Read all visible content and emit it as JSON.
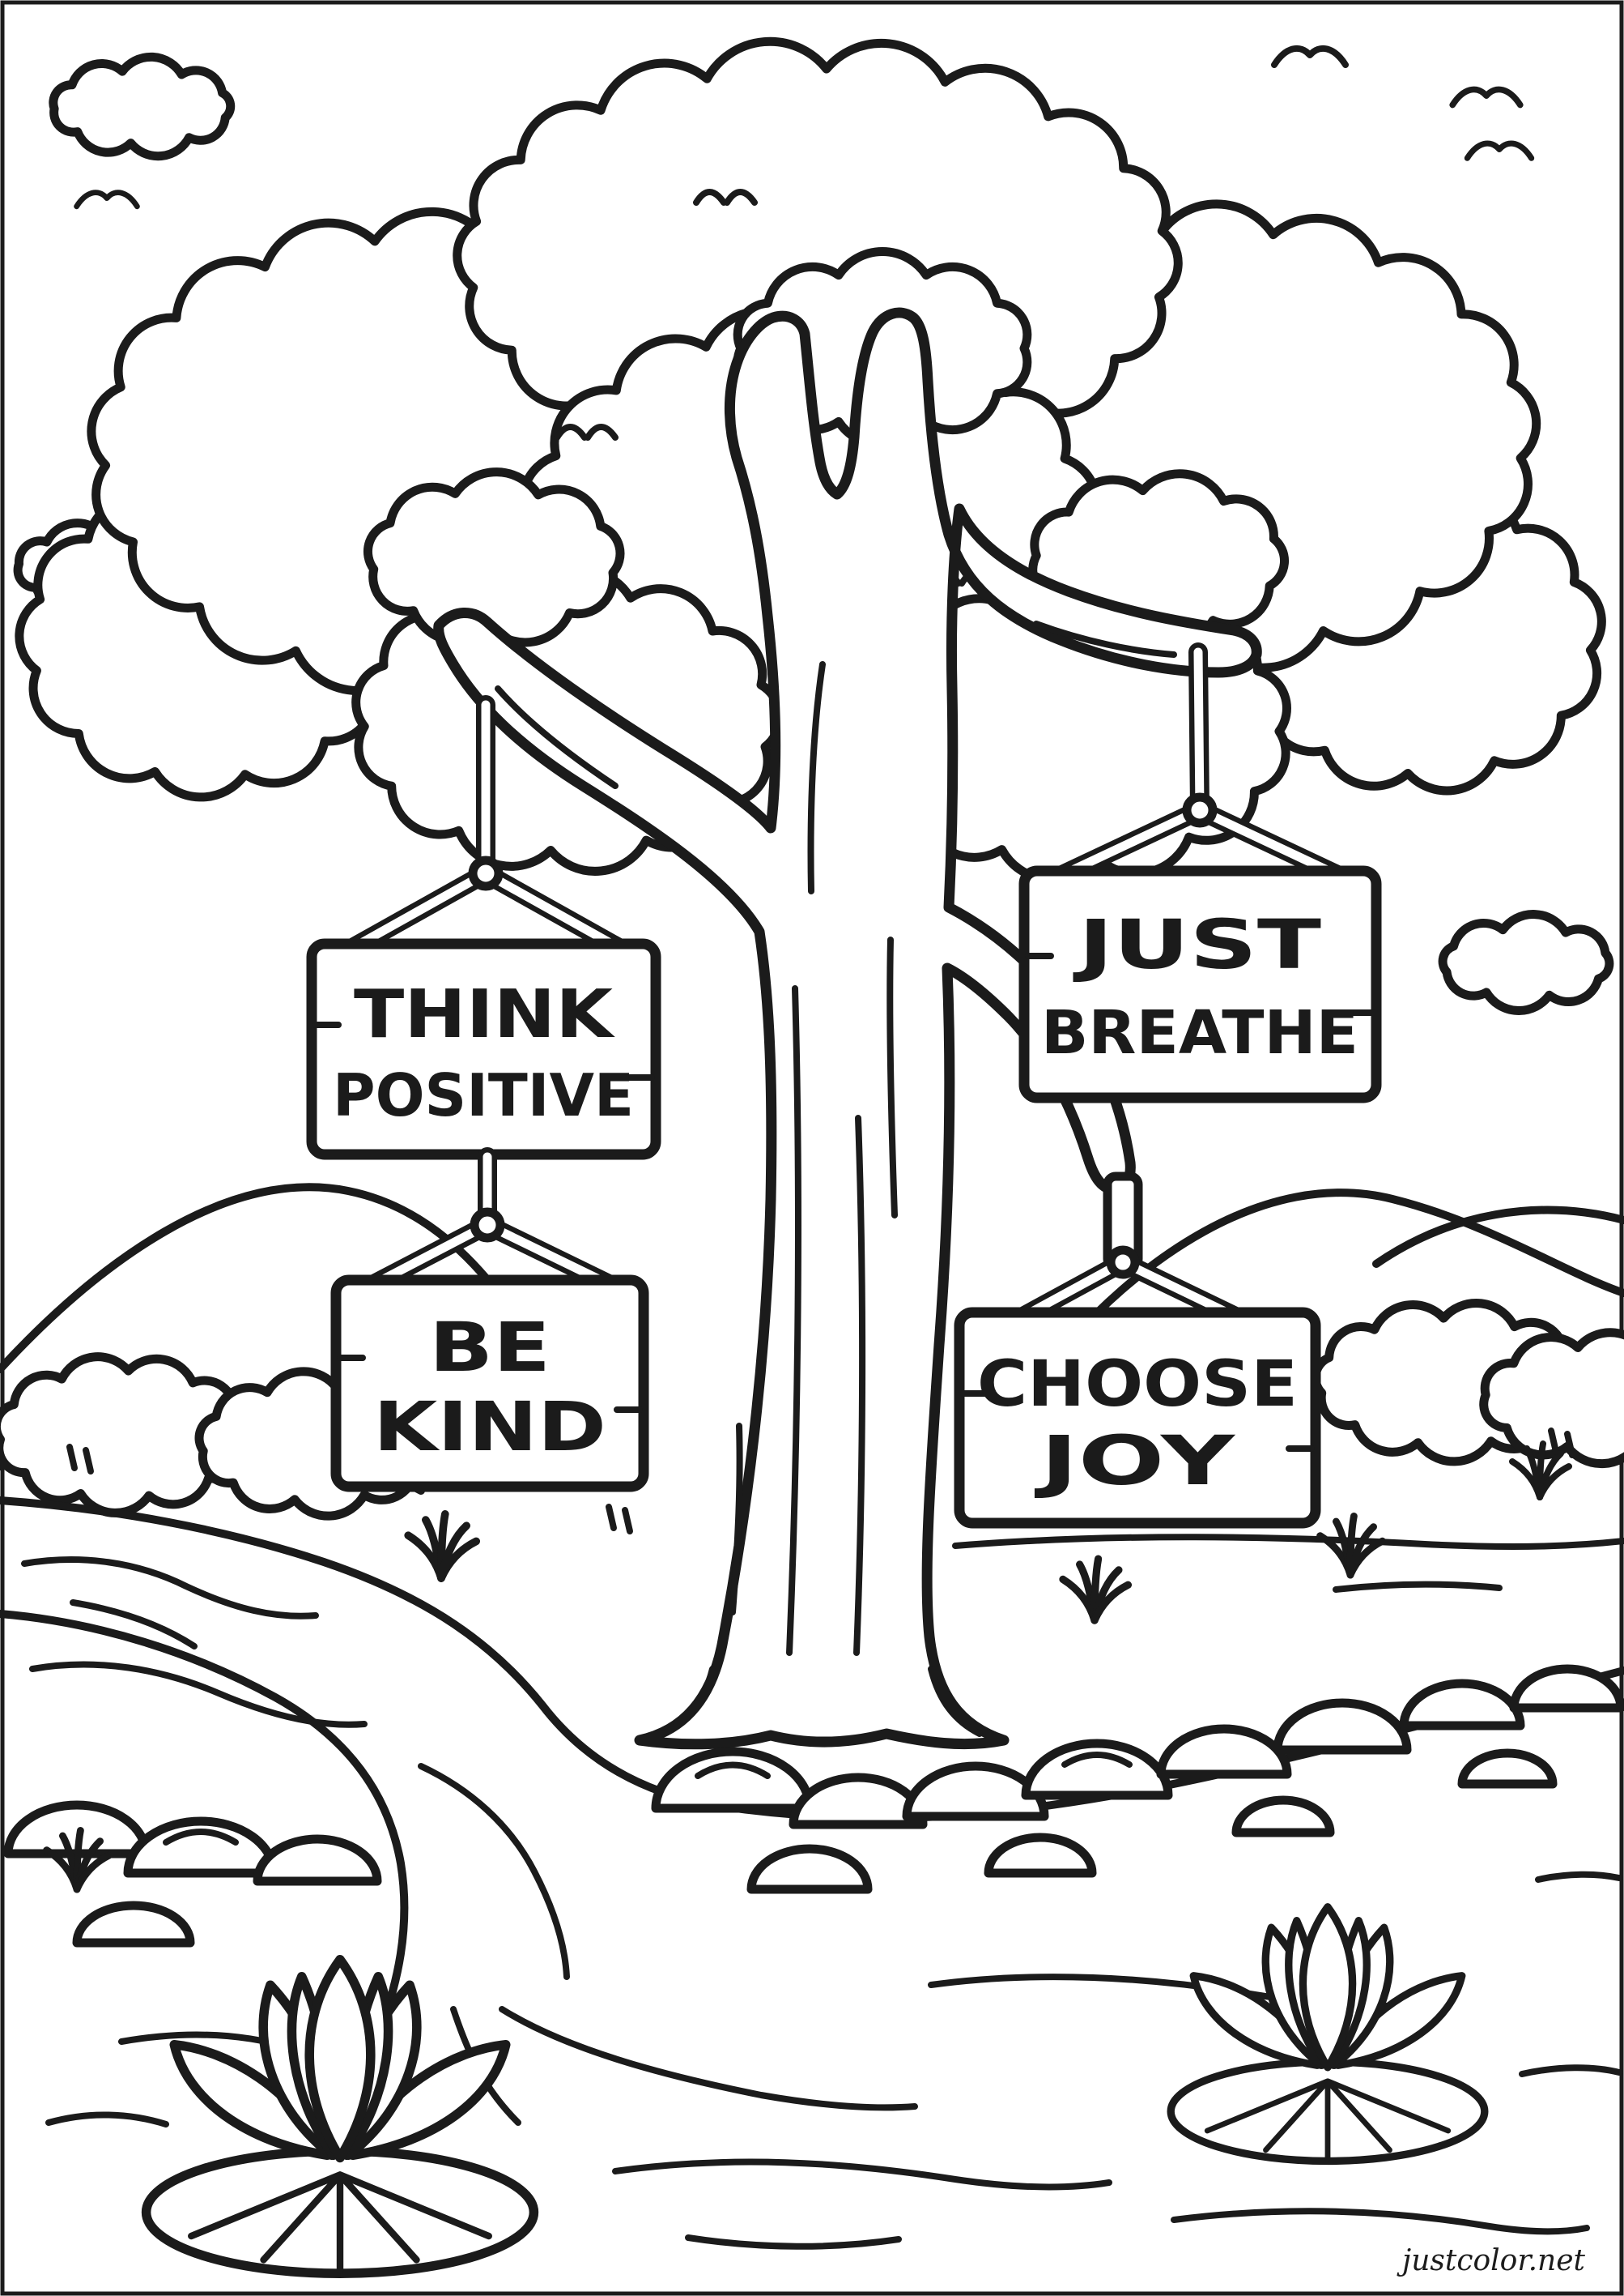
{
  "signs": {
    "think_positive": {
      "line1": "THINK",
      "line2": "POSITIVE"
    },
    "be_kind": {
      "line1": "BE",
      "line2": "KIND"
    },
    "just_breathe": {
      "line1": "JUST",
      "line2": "BREATHE"
    },
    "choose_joy": {
      "line1": "CHOOSE",
      "line2": "JOY"
    }
  },
  "watermark": "justcolor.net",
  "colors": {
    "line": "#1b1b1b",
    "background": "#ffffff"
  }
}
